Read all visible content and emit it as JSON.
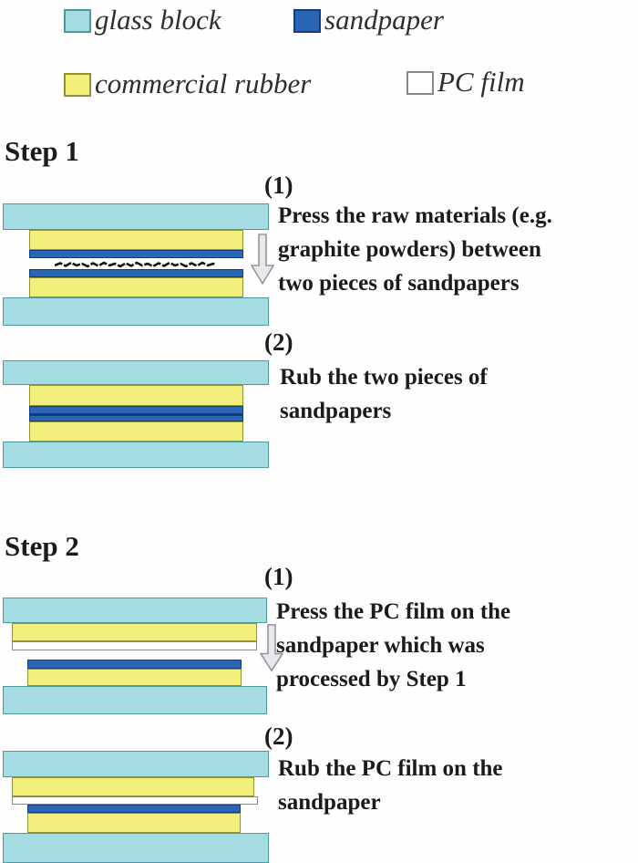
{
  "colors": {
    "glass_block": "#a5dce2",
    "glass_border": "#4c9aa0",
    "sandpaper": "#2b66b4",
    "sandpaper_border": "#123c7d",
    "rubber": "#f3ef7c",
    "rubber_border": "#8f9431",
    "pc_film": "#ffffff",
    "pc_film_border": "#8a8a8a",
    "arrow_fill": "#eae6ec",
    "arrow_border": "#97959b",
    "powder": "#151515",
    "text": "#1b1b1b"
  },
  "icons": {
    "press_arrow": "down-arrow",
    "legend_swatch": "color-square"
  },
  "legend": {
    "items": [
      {
        "id": "glass-block",
        "label": "glass block"
      },
      {
        "id": "sandpaper",
        "label": "sandpaper"
      },
      {
        "id": "commercial-rubber",
        "label": "commercial rubber"
      },
      {
        "id": "pc-film",
        "label": "PC film"
      }
    ]
  },
  "step1": {
    "title": "Step 1",
    "sub1": {
      "number": "(1)",
      "lines": [
        "Press the raw materials (e.g.",
        "graphite powders) between",
        "two pieces of sandpapers"
      ]
    },
    "sub2": {
      "number": "(2)",
      "lines": [
        "Rub the two pieces of",
        "sandpapers"
      ]
    }
  },
  "step2": {
    "title": "Step 2",
    "sub1": {
      "number": "(1)",
      "lines": [
        "Press the PC film on the",
        "sandpaper which was",
        "processed by Step 1"
      ]
    },
    "sub2": {
      "number": "(2)",
      "lines": [
        "Rub the PC film on the",
        "sandpaper"
      ]
    }
  }
}
